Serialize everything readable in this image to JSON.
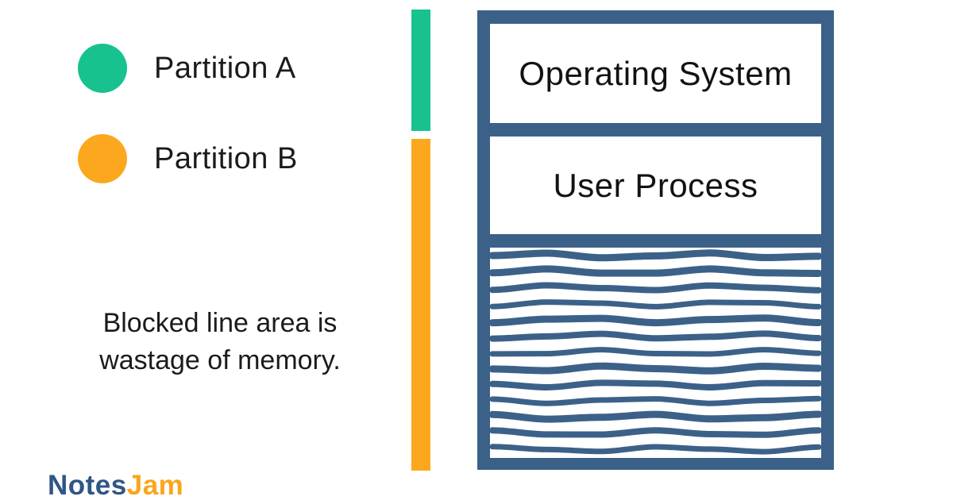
{
  "colors": {
    "partition_a_green": "#18C28F",
    "partition_b_orange": "#FBA81E",
    "diagram_blue": "#3C6189",
    "text_dark": "#1B1B1B",
    "logo_blue": "#2F5685",
    "logo_orange": "#F9A61C",
    "background": "#FFFFFF"
  },
  "legend": {
    "items": [
      {
        "label": "Partition A",
        "color": "#18C28F"
      },
      {
        "label": "Partition B",
        "color": "#FBA81E"
      }
    ]
  },
  "caption": {
    "line1": "Blocked line area is",
    "line2": "wastage of memory."
  },
  "logo": {
    "part1": "Notes",
    "part2": "Jam"
  },
  "diagram": {
    "sections": [
      {
        "id": "operating-system",
        "label": "Operating System",
        "partition": "Partition A"
      },
      {
        "id": "user-process",
        "label": "User Process",
        "partition": "Partition B"
      },
      {
        "id": "wasted-memory",
        "label": "",
        "partition": "Partition B",
        "hatched": true
      }
    ],
    "hatch_line_count": 13
  }
}
